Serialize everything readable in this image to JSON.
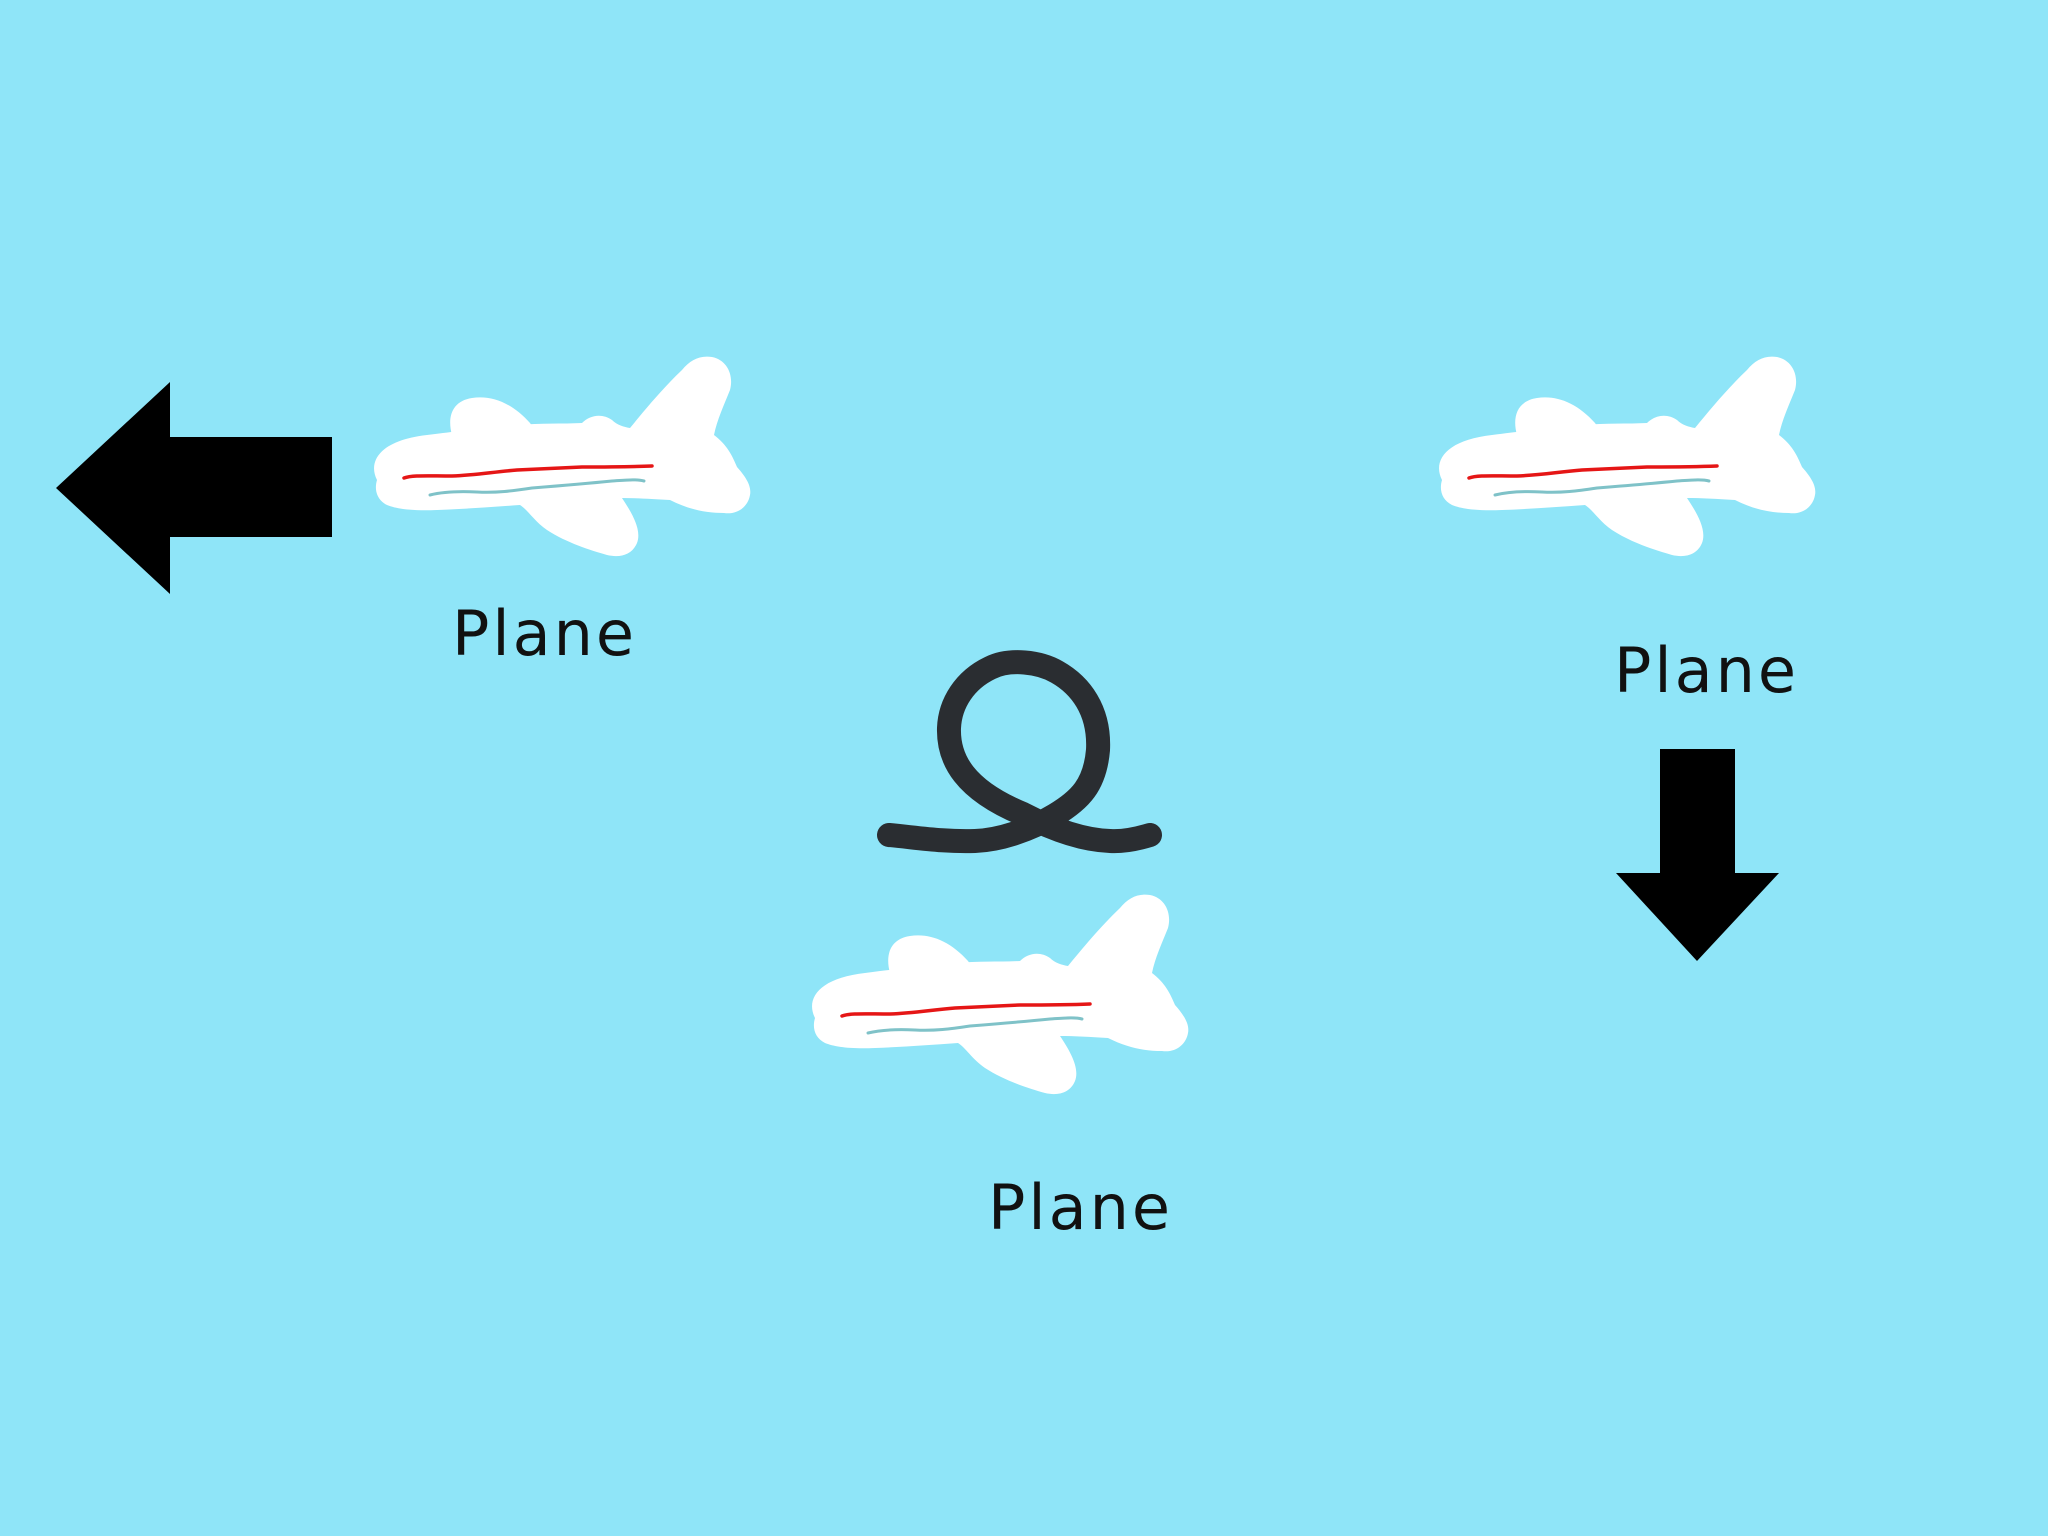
{
  "canvas": {
    "background": "#8fe5f8"
  },
  "planes": [
    {
      "id": "plane-left",
      "label": "Plane"
    },
    {
      "id": "plane-right",
      "label": "Plane"
    },
    {
      "id": "plane-bottom",
      "label": "Plane"
    }
  ],
  "arrows": [
    {
      "id": "arrow-left",
      "direction": "left",
      "color": "#000000"
    },
    {
      "id": "arrow-down",
      "direction": "down",
      "color": "#000000"
    }
  ],
  "loop_symbol": {
    "icon": "loop-icon",
    "color": "#2a2d31"
  },
  "colors": {
    "plane_body": "#ffffff",
    "stripe_red": "#e51616",
    "stripe_teal": "#7fc2c8",
    "text": "#111111"
  }
}
